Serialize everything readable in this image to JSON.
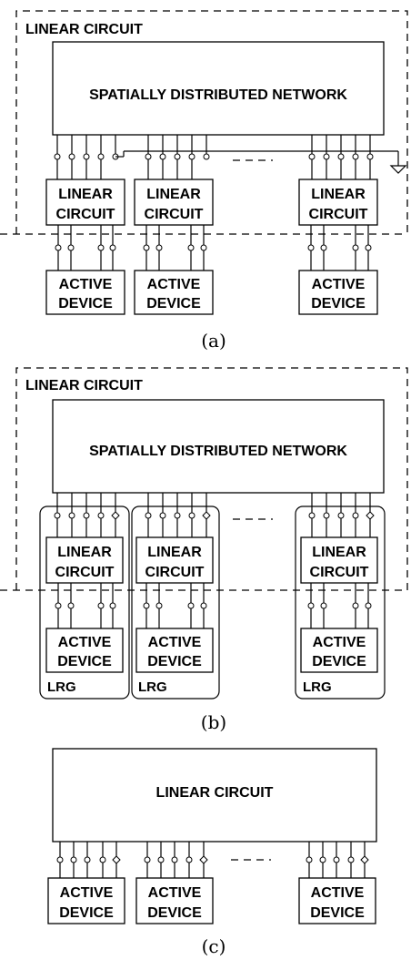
{
  "panel_a": {
    "outer_label": "LINEAR CIRCUIT",
    "network_label": "SPATIALLY DISTRIBUTED NETWORK",
    "linear_line1": "LINEAR",
    "linear_line2": "CIRCUIT",
    "active_line1": "ACTIVE",
    "active_line2": "DEVICE",
    "caption": "(a)"
  },
  "panel_b": {
    "outer_label": "LINEAR CIRCUIT",
    "network_label": "SPATIALLY DISTRIBUTED NETWORK",
    "linear_line1": "LINEAR",
    "linear_line2": "CIRCUIT",
    "active_line1": "ACTIVE",
    "active_line2": "DEVICE",
    "group_label": "LRG",
    "caption": "(b)"
  },
  "panel_c": {
    "circuit_label": "LINEAR CIRCUIT",
    "active_line1": "ACTIVE",
    "active_line2": "DEVICE",
    "caption": "(c)"
  }
}
